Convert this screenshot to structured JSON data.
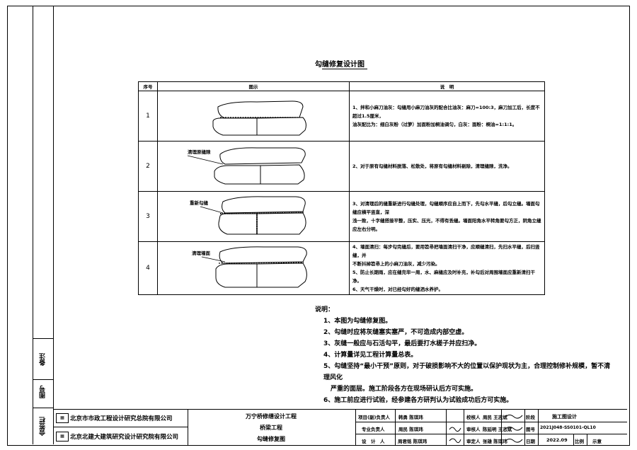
{
  "drawing": {
    "title": "勾缝修复设计图",
    "table": {
      "headers": {
        "index": "序号",
        "figure": "图示",
        "description": "说　明"
      },
      "rows": [
        {
          "index": "1",
          "callout": "",
          "description": [
            "1、拌和小麻刀油灰：勾缝用小麻刀油灰的配合比油灰：麻刀=100:3，麻刀加工后，长度不超过1.5厘米，",
            "油灰配比为：细白灰粉（过箩）加面粉加桐油调匀，白灰：面粉：桐油=1:1:1。"
          ]
        },
        {
          "index": "2",
          "callout": "清理原缝隙",
          "description": [
            "2、对于原有勾缝材料脱落、松散处，将原有勾缝材料剔除，清理缝隙，洗净。"
          ]
        },
        {
          "index": "3",
          "callout": "重新勾缝",
          "description": [
            "3、对清理后的缝重新进行勾缝处理，勾缝顺序应自上而下，先勾水平缝，后勾立缝。墙面勾缝应横平竖直，深",
            "浅一致，十字缝搭接平整，压实、压光，不得有丢缝。墙面阳角水平转角要勾方正，阴角立缝应左右分明。"
          ]
        },
        {
          "index": "4",
          "callout": "清理墙面",
          "description": [
            "4、墙面清扫：每步勾完缝后，要用笤帚把墙面清扫干净，应顺缝清扫，先扫水平缝，后扫竖缝，并",
            "不断抖掉笤帚上的小麻刀油灰，减少污染。",
            "5、防止长期雨，应在缝完毕一周，水、麻缝应及时补充，补勾后对周围墙面应重新清扫干净。",
            "6、天气干燥时，对已经勾好的缝洒水养护。"
          ]
        }
      ]
    },
    "notes": {
      "heading": "说明：",
      "items": [
        "1、本图为勾缝修复图。",
        "2、勾缝时应将灰缝塞实塞严，不可造成内部空虚。",
        "3、灰缝一般应与石活勾平，最后要打水槎子并应扫净。",
        "4、计算量详见工程计算量总表。",
        "5、勾缝坚持“最小干预”原则，对于破损影响不大的位置以保护现状为主，合理控制修补规模，暂不清理风化",
        "严重的面层。施工阶段各方在现场研认后方可实施。",
        "6、施工前应进行试验，经参建各方研判认为试验成功后方可实施。"
      ]
    }
  },
  "margin": {
    "labels": [
      "会签栏",
      "备注",
      "图号",
      "日期"
    ]
  },
  "title_block": {
    "org1": "北京市市政工程设计研究总院有限公司",
    "org2": "北京北建大建筑研究设计研究院有限公司",
    "project": "万宁桥修缮设计工程",
    "subproject": "桥梁工程",
    "drawing_name": "勾缝修复图",
    "roles": [
      {
        "label": "项目(副)负责人",
        "name": "韩勇 陈琪玮"
      },
      {
        "label": "专业负责人",
        "name": "周民 陈琪玮"
      },
      {
        "label": "设　计　人",
        "name": "周君铭 陈琪玮"
      }
    ],
    "checks": [
      {
        "label": "校核人",
        "name": "周民 王志斌"
      },
      {
        "label": "审核人",
        "name": "陈延明 王志斌"
      },
      {
        "label": "审定人",
        "name": "张雄 陈琪玮"
      }
    ],
    "meta": [
      {
        "label": "阶段",
        "value": "施工图设计"
      },
      {
        "label": "图号",
        "value": "2021J048-SS0101-QL10"
      },
      {
        "label": "日期",
        "value": "2022.09"
      }
    ],
    "scale_label": "比例",
    "scale_value": "示意"
  },
  "colors": {
    "ink": "#000000",
    "paper": "#ffffff"
  }
}
